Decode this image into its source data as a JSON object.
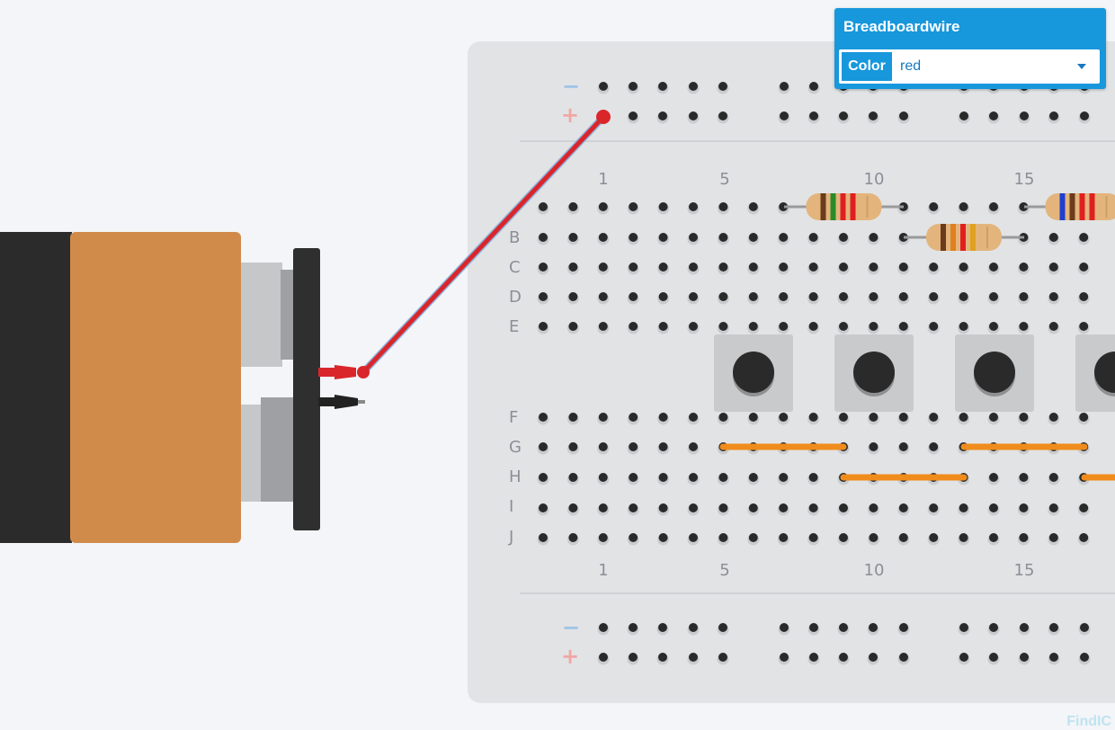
{
  "panel": {
    "title": "Breadboardwire",
    "color_label": "Color",
    "color_value": "red"
  },
  "breadboard": {
    "column_labels": [
      "1",
      "5",
      "10",
      "15"
    ],
    "top_row_labels": [
      "B",
      "C",
      "D",
      "E"
    ],
    "bottom_row_labels": [
      "F",
      "G",
      "H",
      "I",
      "J"
    ],
    "rail_minus": "−",
    "rail_plus": "+"
  },
  "wire": {
    "color": "#d9262b"
  },
  "jumper_color": "#f08c1c",
  "watermark": "FindIC"
}
